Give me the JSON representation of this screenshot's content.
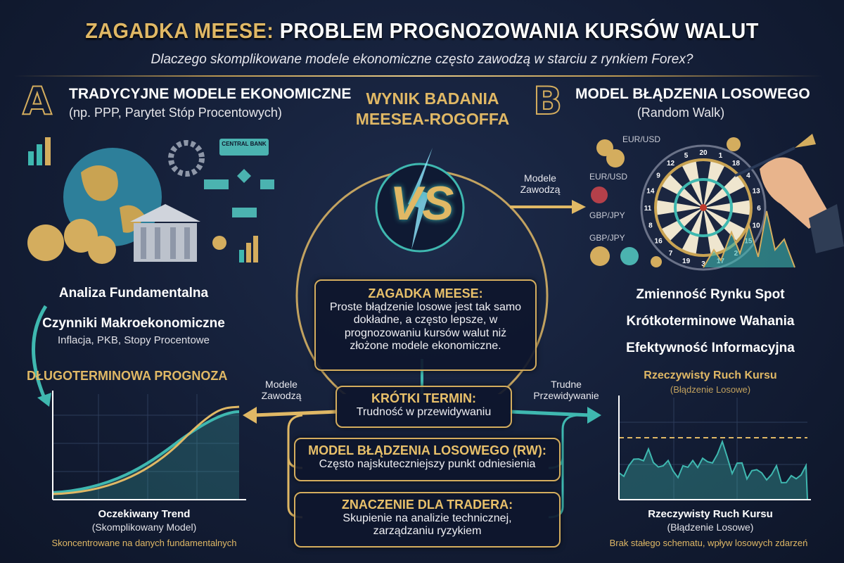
{
  "header": {
    "title_highlight": "ZAGADKA MEESE:",
    "title_rest": " PROBLEM PROGNOZOWANIA KURSÓW WALUT",
    "subtitle": "Dlaczego skomplikowane modele ekonomiczne często zawodzą w starciu z rynkiem Forex?"
  },
  "left": {
    "letter": "A",
    "heading": "TRADYCYJNE MODELE EKONOMICZNE",
    "subheading": "(np. PPP, Parytet Stóp Procentowych)",
    "central_bank": "CENTRAL BANK",
    "label1": "Analiza Fundamentalna",
    "label2": "Czynniki Makroekonomiczne",
    "label2_sub": "Inflacja, PKB, Stopy Procentowe",
    "chart_title": "DŁUGOTERMINOWA PROGNOZA",
    "caption1": "Oczekiwany Trend",
    "caption2": "(Skomplikowany Model)",
    "caption3": "Skoncentrowane na danych fundamentalnych"
  },
  "center": {
    "heading_line1": "WYNIK BADANIA",
    "heading_line2": "MEESEA-ROGOFFA",
    "vs": "VS",
    "box1_title": "ZAGADKA MEESE:",
    "box1_text": "Proste błądzenie losowe jest tak samo dokładne, a często lepsze, w prognozowaniu kursów walut niż złożone modele ekonomiczne.",
    "box2_title": "KRÓTKI TERMIN:",
    "box2_text": "Trudność w przewidywaniu",
    "box3_title": "MODEL BŁĄDZENIA LOSOWEGO (RW):",
    "box3_text": "Często najskuteczniejszy punkt odniesienia",
    "box4_title": "ZNACZENIE DLA TRADERA:",
    "box4_text": "Skupienie na analizie technicznej, zarządzaniu ryzykiem",
    "arrow_left_label": "Modele Zawodzą",
    "arrow_right_label": "Trudne Przewidywanie",
    "arrow_top_label": "Modele Zawodzą"
  },
  "right": {
    "letter": "B",
    "heading": "MODEL BŁĄDZENIA LOSOWEGO",
    "subheading": "(Random Walk)",
    "pairs": [
      "EUR/USD",
      "EUR/USD",
      "GBP/JPY",
      "GBP/JPY"
    ],
    "dart_numbers": [
      "20",
      "1",
      "18",
      "4",
      "13",
      "6",
      "10",
      "15",
      "2",
      "17",
      "3",
      "19",
      "7",
      "16",
      "8",
      "11",
      "14",
      "9",
      "12",
      "5"
    ],
    "label1": "Zmienność Rynku Spot",
    "label2": "Krótkoterminowe Wahania",
    "label3": "Efektywność Informacyjna",
    "chart_title": "Rzeczywisty Ruch Kursu",
    "chart_subtitle": "(Błądzenie Losowe)",
    "caption1": "Rzeczywisty Ruch Kursu",
    "caption2": "(Błądzenie Losowe)",
    "caption3": "Brak stałego schematu, wpływ losowych zdarzeń"
  },
  "colors": {
    "gold": "#e0b865",
    "teal": "#3fb8b0",
    "background": "#131d35"
  }
}
